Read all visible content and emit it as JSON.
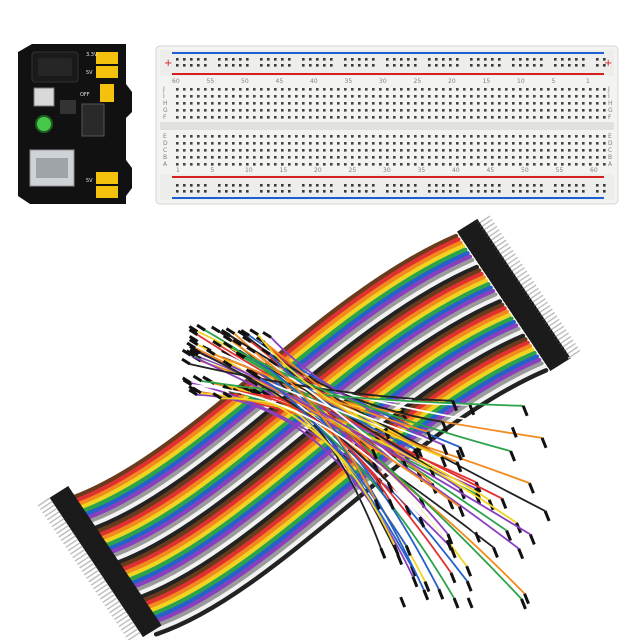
{
  "scene": {
    "background": "#ffffff"
  },
  "power_module": {
    "label_top": "3.3V",
    "label_top2": "5V",
    "label_mid": "OFF",
    "label_bottom": "5V",
    "board_color": "#111111",
    "jumper_color": "#f4c20d",
    "led_color": "#46c94a"
  },
  "breadboard": {
    "rail_plus": "+",
    "rail_minus": "-",
    "row_letters_top": [
      "J",
      "I",
      "H",
      "G",
      "F"
    ],
    "row_letters_bottom": [
      "E",
      "D",
      "C",
      "B",
      "A"
    ],
    "col_numbers_top": [
      "60",
      "55",
      "50",
      "45",
      "40",
      "35",
      "30",
      "25",
      "20",
      "15",
      "10",
      "5",
      "1"
    ],
    "col_numbers_bottom": [
      "1",
      "5",
      "10",
      "15",
      "20",
      "25",
      "30",
      "35",
      "40",
      "45",
      "50",
      "55",
      "60"
    ],
    "rail_red": "#d62020",
    "rail_blue": "#1d5fd1",
    "body_color": "#f3f3f1"
  },
  "ribbon_cable": {
    "colors": [
      "#6b3b1d",
      "#e03030",
      "#f28a1e",
      "#f0d422",
      "#2aa34a",
      "#2660c9",
      "#8a3fbf",
      "#9a9a9a",
      "#f2f2f2",
      "#222222"
    ]
  },
  "jumper_bundle": {
    "colors": [
      "#2aa34a",
      "#e03030",
      "#2660c9",
      "#f0d422",
      "#f28a1e",
      "#ffffff",
      "#222222",
      "#8a3fbf"
    ]
  }
}
